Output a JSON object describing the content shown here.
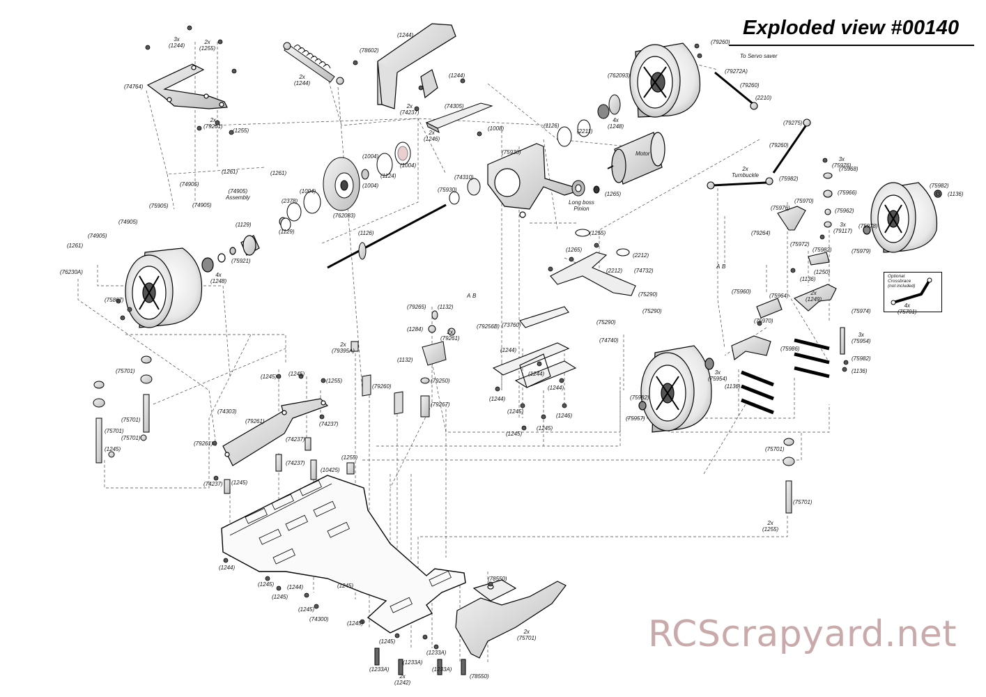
{
  "title": "Exploded view #00140",
  "watermark": "RCScrapyard.net",
  "notes": {
    "servo_saver": "To Servo saver",
    "turnbuckle": "2x\nTurnbuckle",
    "motor": "Motor",
    "pinion": "Long boss\nPinion",
    "assembly": "(74905)\nAssembly",
    "optional_crossbrace": "Optional\nCrossbrace\n(not included)",
    "marker_a": "A",
    "marker_b": "B"
  },
  "labels": [
    {
      "id": "l1",
      "text": "3x\n(1244)"
    },
    {
      "id": "l2",
      "text": "2x\n(1255)"
    },
    {
      "id": "l3",
      "text": "(74764)"
    },
    {
      "id": "l4",
      "text": "2x\n(79261)"
    },
    {
      "id": "l5",
      "text": "(1255)"
    },
    {
      "id": "l6",
      "text": "(1261)"
    },
    {
      "id": "l7",
      "text": "(1261)"
    },
    {
      "id": "l8",
      "text": "(74905)"
    },
    {
      "id": "l9",
      "text": "(74905)"
    },
    {
      "id": "l10",
      "text": "(75905)"
    },
    {
      "id": "l11",
      "text": "(74905)"
    },
    {
      "id": "l12",
      "text": "(74905)"
    },
    {
      "id": "l13",
      "text": "(1261)"
    },
    {
      "id": "l14",
      "text": "(76230A)"
    },
    {
      "id": "l15",
      "text": "2x\n(1244)"
    },
    {
      "id": "l16",
      "text": "(78602)"
    },
    {
      "id": "l17",
      "text": "(1244)"
    },
    {
      "id": "l18",
      "text": "(1244)"
    },
    {
      "id": "l19",
      "text": "2x\n(74237)"
    },
    {
      "id": "l20",
      "text": "(74305)"
    },
    {
      "id": "l21",
      "text": "2x\n(1246)"
    },
    {
      "id": "l22",
      "text": "(1008)"
    },
    {
      "id": "l23",
      "text": "(1004)"
    },
    {
      "id": "l24",
      "text": "(1004)"
    },
    {
      "id": "l25",
      "text": "(1124)"
    },
    {
      "id": "l26",
      "text": "(1004)"
    },
    {
      "id": "l27",
      "text": "(1004)"
    },
    {
      "id": "l28",
      "text": "(2378)"
    },
    {
      "id": "l29",
      "text": "(762083)"
    },
    {
      "id": "l30",
      "text": "(1129)"
    },
    {
      "id": "l31",
      "text": "(1129)"
    },
    {
      "id": "l32",
      "text": "(75921)"
    },
    {
      "id": "l33",
      "text": "4x\n(1248)"
    },
    {
      "id": "l34",
      "text": "(75867)"
    },
    {
      "id": "l35",
      "text": "(1126)"
    },
    {
      "id": "l36",
      "text": "(75930)"
    },
    {
      "id": "l37",
      "text": "(74310)"
    },
    {
      "id": "l38",
      "text": "(75930)"
    },
    {
      "id": "l39",
      "text": "(1126)"
    },
    {
      "id": "l40",
      "text": "(2211)"
    },
    {
      "id": "l41",
      "text": "(762093)"
    },
    {
      "id": "l42",
      "text": "4x\n(1248)"
    },
    {
      "id": "l43",
      "text": "(79260)"
    },
    {
      "id": "l44",
      "text": "(79272A)"
    },
    {
      "id": "l45",
      "text": "(79260)"
    },
    {
      "id": "l46",
      "text": "(2210)"
    },
    {
      "id": "l47",
      "text": "(1265)"
    },
    {
      "id": "l48",
      "text": "(1255)"
    },
    {
      "id": "l49",
      "text": "(1265)"
    },
    {
      "id": "l50",
      "text": "(2212)"
    },
    {
      "id": "l51",
      "text": "(2212)"
    },
    {
      "id": "l52",
      "text": "(74732)"
    },
    {
      "id": "l53",
      "text": "(75290)"
    },
    {
      "id": "l54",
      "text": "(75290)"
    },
    {
      "id": "l55",
      "text": "(75290)"
    },
    {
      "id": "l56",
      "text": "(74740)"
    },
    {
      "id": "l57",
      "text": "(73760)"
    },
    {
      "id": "l58",
      "text": "(1244)"
    },
    {
      "id": "l59",
      "text": "(1244)"
    },
    {
      "id": "l60",
      "text": "(1244)"
    },
    {
      "id": "l61",
      "text": "(1244)"
    },
    {
      "id": "l62",
      "text": "(1245)"
    },
    {
      "id": "l63",
      "text": "(1245)"
    },
    {
      "id": "l64",
      "text": "(1245)"
    },
    {
      "id": "l65",
      "text": "(1246)"
    },
    {
      "id": "l66",
      "text": "(79265)"
    },
    {
      "id": "l67",
      "text": "(1132)"
    },
    {
      "id": "l68",
      "text": "(1284)"
    },
    {
      "id": "l69",
      "text": "2x\n(79261)"
    },
    {
      "id": "l70",
      "text": "(79256B)"
    },
    {
      "id": "l71",
      "text": "(1132)"
    },
    {
      "id": "l72",
      "text": "(79250)"
    },
    {
      "id": "l73",
      "text": "(79267)"
    },
    {
      "id": "l74",
      "text": "2x\n(79395A)"
    },
    {
      "id": "l75",
      "text": "(79260)"
    },
    {
      "id": "l76",
      "text": "(79275)"
    },
    {
      "id": "l77",
      "text": "(79260)"
    },
    {
      "id": "l78",
      "text": "(75982)"
    },
    {
      "id": "l79",
      "text": "3x\n(75976)"
    },
    {
      "id": "l80",
      "text": "(75968)"
    },
    {
      "id": "l81",
      "text": "(75966)"
    },
    {
      "id": "l82",
      "text": "(75970)"
    },
    {
      "id": "l83",
      "text": "(75962)"
    },
    {
      "id": "l84",
      "text": "(75976)"
    },
    {
      "id": "l85",
      "text": "3x\n(79117)"
    },
    {
      "id": "l86",
      "text": "(79264)"
    },
    {
      "id": "l87",
      "text": "(75972)"
    },
    {
      "id": "l88",
      "text": "(75982)"
    },
    {
      "id": "l89",
      "text": "(1250)"
    },
    {
      "id": "l90",
      "text": "(1136)"
    },
    {
      "id": "l91",
      "text": "(75982)"
    },
    {
      "id": "l92",
      "text": "(1136)"
    },
    {
      "id": "l93",
      "text": "(75978)"
    },
    {
      "id": "l94",
      "text": "(75979)"
    },
    {
      "id": "l95",
      "text": "(75960)"
    },
    {
      "id": "l96",
      "text": "(75964)"
    },
    {
      "id": "l97",
      "text": "2x\n(1249)"
    },
    {
      "id": "l98",
      "text": "(75970)"
    },
    {
      "id": "l99",
      "text": "(75974)"
    },
    {
      "id": "l100",
      "text": "3x\n(75954)"
    },
    {
      "id": "l101",
      "text": "(75986)"
    },
    {
      "id": "l102",
      "text": "(75982)"
    },
    {
      "id": "l103",
      "text": "(1136)"
    },
    {
      "id": "l104",
      "text": "3x\n(75954)"
    },
    {
      "id": "l105",
      "text": "(1136)"
    },
    {
      "id": "l106",
      "text": "(75982)"
    },
    {
      "id": "l107",
      "text": "(75957)"
    },
    {
      "id": "l108",
      "text": "4x\n(75701)"
    },
    {
      "id": "l109",
      "text": "(75701)"
    },
    {
      "id": "l110",
      "text": "(75701)"
    },
    {
      "id": "l111",
      "text": "(75701)"
    },
    {
      "id": "l112",
      "text": "(75701)"
    },
    {
      "id": "l113",
      "text": "(1245)"
    },
    {
      "id": "l114",
      "text": "(1245)"
    },
    {
      "id": "l115",
      "text": "(1245)"
    },
    {
      "id": "l116",
      "text": "(74303)"
    },
    {
      "id": "l117",
      "text": "(79261)"
    },
    {
      "id": "l118",
      "text": "(79261)"
    },
    {
      "id": "l119",
      "text": "(1255)"
    },
    {
      "id": "l120",
      "text": "(74237)"
    },
    {
      "id": "l121",
      "text": "(74237)"
    },
    {
      "id": "l122",
      "text": "(74237)"
    },
    {
      "id": "l123",
      "text": "(74237)"
    },
    {
      "id": "l124",
      "text": "(10425)"
    },
    {
      "id": "l125",
      "text": "(1255)"
    },
    {
      "id": "l126",
      "text": "(1245)"
    },
    {
      "id": "l127",
      "text": "(1244)"
    },
    {
      "id": "l128",
      "text": "(1245)"
    },
    {
      "id": "l129",
      "text": "(1245)"
    },
    {
      "id": "l130",
      "text": "(1244)"
    },
    {
      "id": "l131",
      "text": "(1245)"
    },
    {
      "id": "l132",
      "text": "(74300)"
    },
    {
      "id": "l133",
      "text": "(1245)"
    },
    {
      "id": "l134",
      "text": "(1245)"
    },
    {
      "id": "l135",
      "text": "(1245)"
    },
    {
      "id": "l136",
      "text": "(1233A)"
    },
    {
      "id": "l137",
      "text": "(1233A)"
    },
    {
      "id": "l138",
      "text": "2x\n(1242)"
    },
    {
      "id": "l139",
      "text": "(1233A)"
    },
    {
      "id": "l140",
      "text": "(1233A)"
    },
    {
      "id": "l141",
      "text": "(78550)"
    },
    {
      "id": "l142",
      "text": "(78550)"
    },
    {
      "id": "l143",
      "text": "2x\n(75701)"
    },
    {
      "id": "l144",
      "text": "(75701)"
    },
    {
      "id": "l145",
      "text": "(75701)"
    },
    {
      "id": "l146",
      "text": "2x\n(1255)"
    }
  ]
}
